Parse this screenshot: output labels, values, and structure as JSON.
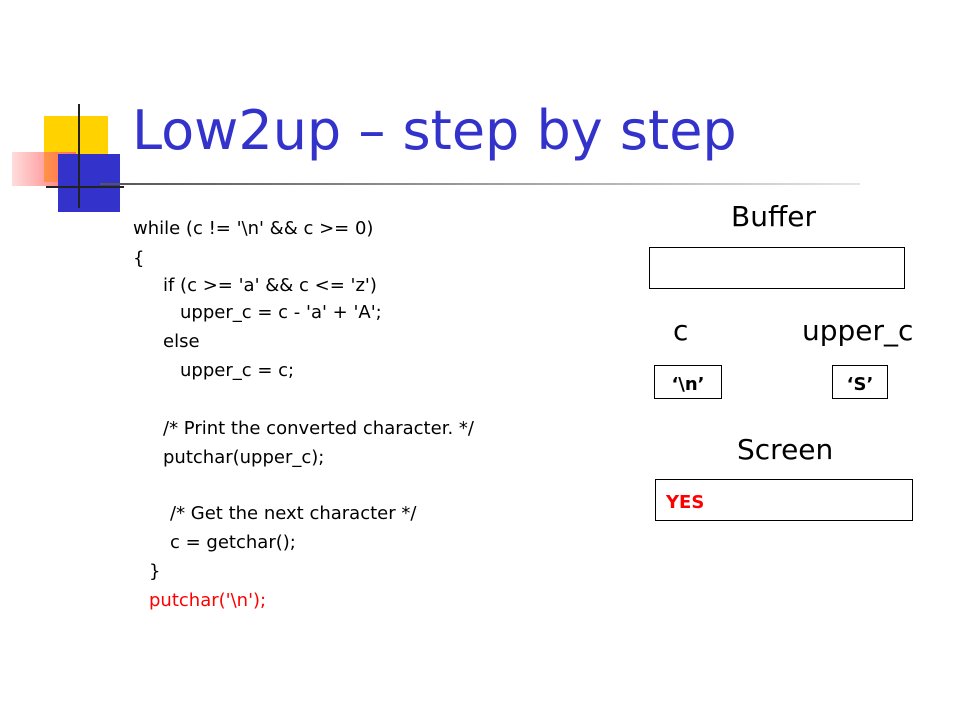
{
  "slide": {
    "title": "Low2up – step by step"
  },
  "code": {
    "lines": [
      "while (c != '\\n' && c >= 0)",
      "{",
      "if (c >= 'a' && c <= 'z')",
      "upper_c = c - 'a' + 'A';",
      "else",
      "upper_c = c;",
      "/* Print the converted character. */",
      "putchar(upper_c);",
      "/* Get the next character */",
      "c = getchar();",
      "}",
      "putchar('\\n');"
    ],
    "highlight_color": "#ff0000"
  },
  "panel": {
    "buffer_label": "Buffer",
    "buffer_value": "",
    "c_label": "c",
    "c_value": "‘\\n’",
    "upper_c_label": "upper_c",
    "upper_c_value": "‘S’",
    "screen_label": "Screen",
    "screen_value": "YES"
  },
  "colors": {
    "title": "#3333cc",
    "accent_yellow": "#ffd200",
    "accent_blue": "#3333cc",
    "accent_red": "#ff6b6b",
    "screen_text": "#ff0000"
  }
}
